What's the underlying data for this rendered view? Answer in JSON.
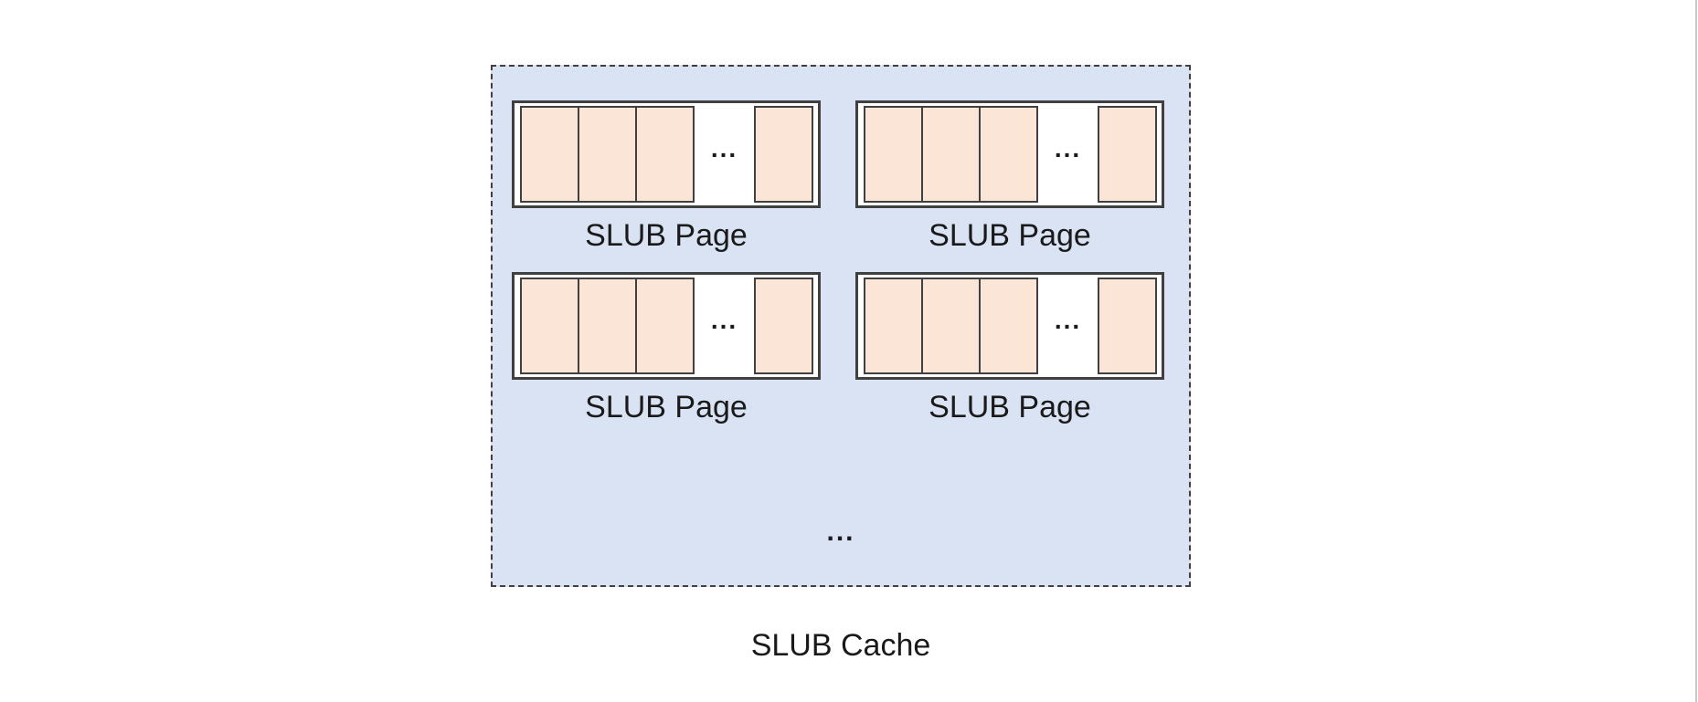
{
  "colors": {
    "canvas": "#ffffff",
    "cache_fill": "#dae3f3",
    "page_fill": "#ffffff",
    "slot_fill": "#fbe5d6",
    "border": "#404040",
    "text": "#1a1a1a",
    "edge_line": "#c9c9c9"
  },
  "cache": {
    "label": "SLUB Cache",
    "ellipsis": "...",
    "pages": [
      {
        "label": "SLUB Page",
        "ellipsis": "..."
      },
      {
        "label": "SLUB Page",
        "ellipsis": "..."
      },
      {
        "label": "SLUB Page",
        "ellipsis": "..."
      },
      {
        "label": "SLUB Page",
        "ellipsis": "..."
      }
    ]
  }
}
